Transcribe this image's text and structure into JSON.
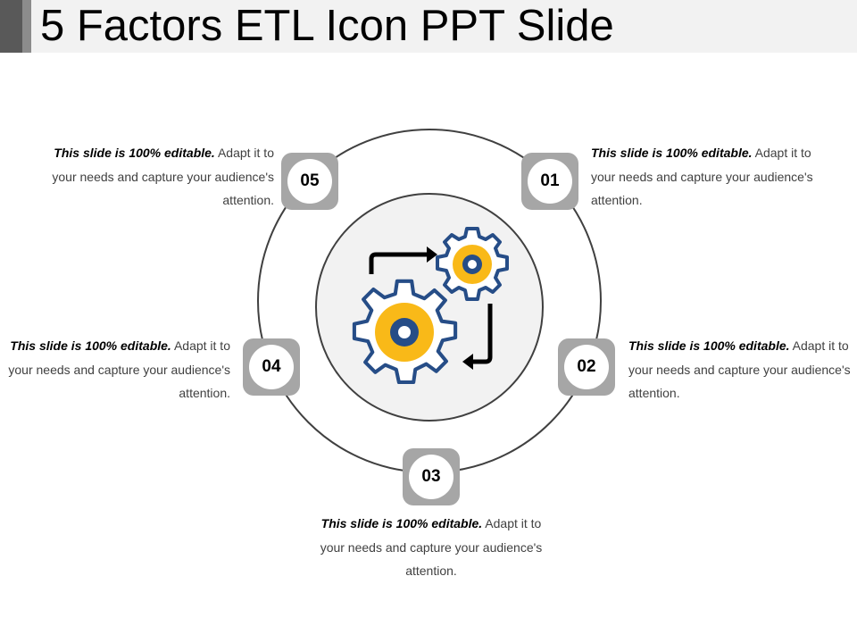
{
  "slide": {
    "title": "5 Factors ETL Icon PPT Slide",
    "colors": {
      "ring": "#404040",
      "badge": "#a6a6a6",
      "center_fill": "#f2f2f2",
      "gear_outline": "#264d87",
      "gear_fill": "#f9b918",
      "arrow": "#000000"
    },
    "center_icon": "etl-gears-icon",
    "factors": [
      {
        "number": "01",
        "bold": "This slide is 100% editable.",
        "text": " Adapt it to your needs and capture your audience's attention."
      },
      {
        "number": "02",
        "bold": "This slide is 100% editable.",
        "text": " Adapt it to your needs and capture your audience's attention."
      },
      {
        "number": "03",
        "bold": "This slide is 100% editable.",
        "text": " Adapt it to your needs and capture your audience's attention."
      },
      {
        "number": "04",
        "bold": "This slide is 100% editable.",
        "text": " Adapt it to your needs and capture your audience's attention."
      },
      {
        "number": "05",
        "bold": "This slide is 100% editable.",
        "text": " Adapt it to your needs and capture your audience's attention."
      }
    ]
  }
}
